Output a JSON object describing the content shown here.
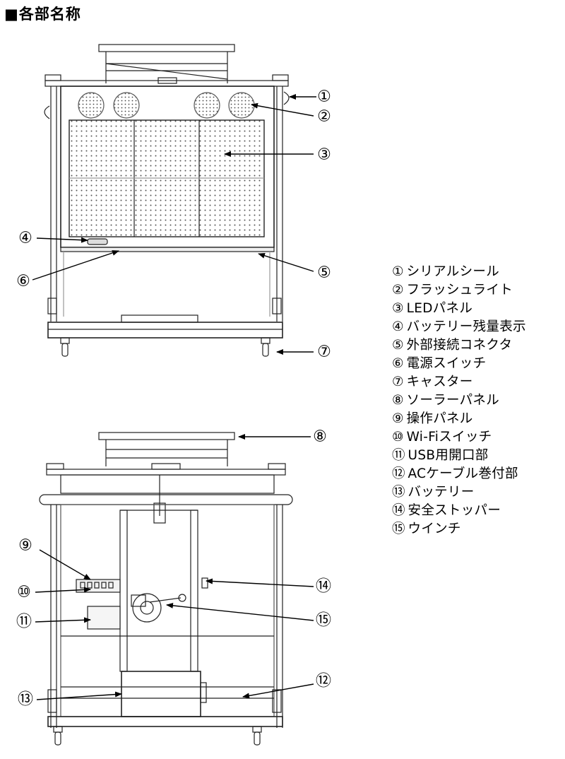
{
  "title": "■各部名称",
  "callouts": [
    "①",
    "②",
    "③",
    "④",
    "⑤",
    "⑥",
    "⑦",
    "⑧",
    "⑨",
    "⑩",
    "⑪",
    "⑫",
    "⑬",
    "⑭",
    "⑮"
  ],
  "legend": [
    {
      "num": "①",
      "label": "シリアルシール"
    },
    {
      "num": "②",
      "label": "フラッシュライト"
    },
    {
      "num": "③",
      "label": "LEDパネル"
    },
    {
      "num": "④",
      "label": "バッテリー残量表示"
    },
    {
      "num": "⑤",
      "label": "外部接続コネクタ"
    },
    {
      "num": "⑥",
      "label": "電源スイッチ"
    },
    {
      "num": "⑦",
      "label": "キャスター"
    },
    {
      "num": "⑧",
      "label": "ソーラーパネル"
    },
    {
      "num": "⑨",
      "label": "操作パネル"
    },
    {
      "num": "⑩",
      "label": "Wi-Fiスイッチ"
    },
    {
      "num": "⑪",
      "label": "USB用開口部"
    },
    {
      "num": "⑫",
      "label": "ACケーブル巻付部"
    },
    {
      "num": "⑬",
      "label": "バッテリー"
    },
    {
      "num": "⑭",
      "label": "安全ストッパー"
    },
    {
      "num": "⑮",
      "label": "ウインチ"
    }
  ]
}
